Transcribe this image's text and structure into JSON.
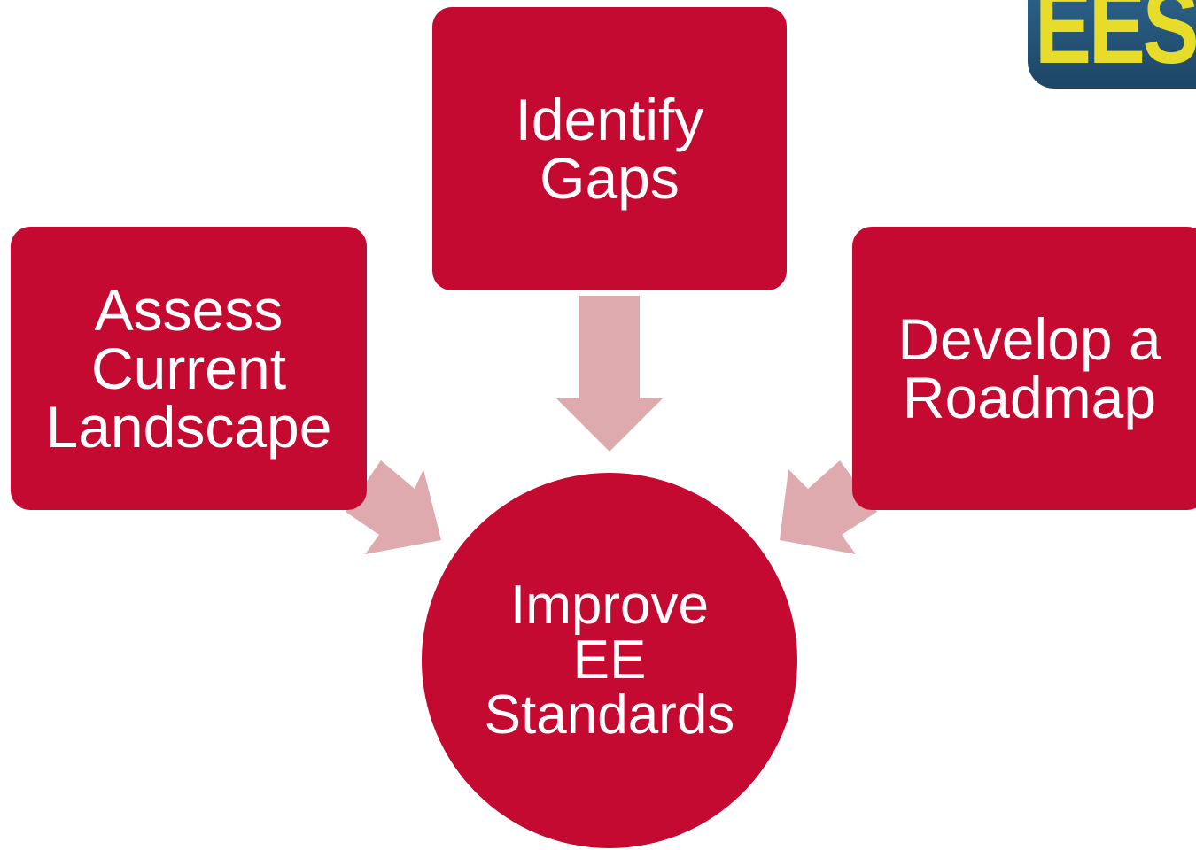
{
  "diagram": {
    "nodes": {
      "top": "Identify\nGaps",
      "left": "Assess\nCurrent\nLandscape",
      "right": "Develop a\nRoadmap",
      "center": "Improve\nEE\nStandards"
    },
    "edges": [
      {
        "from": "top",
        "to": "center"
      },
      {
        "from": "left",
        "to": "center"
      },
      {
        "from": "right",
        "to": "center"
      }
    ]
  },
  "logo": {
    "text": "EES"
  },
  "colors": {
    "node_fill": "#c40a31",
    "arrow_fill": "#dfaaad",
    "text": "#ffffff",
    "logo_bg": "#2a5f86",
    "logo_text": "#e8dc2a"
  }
}
